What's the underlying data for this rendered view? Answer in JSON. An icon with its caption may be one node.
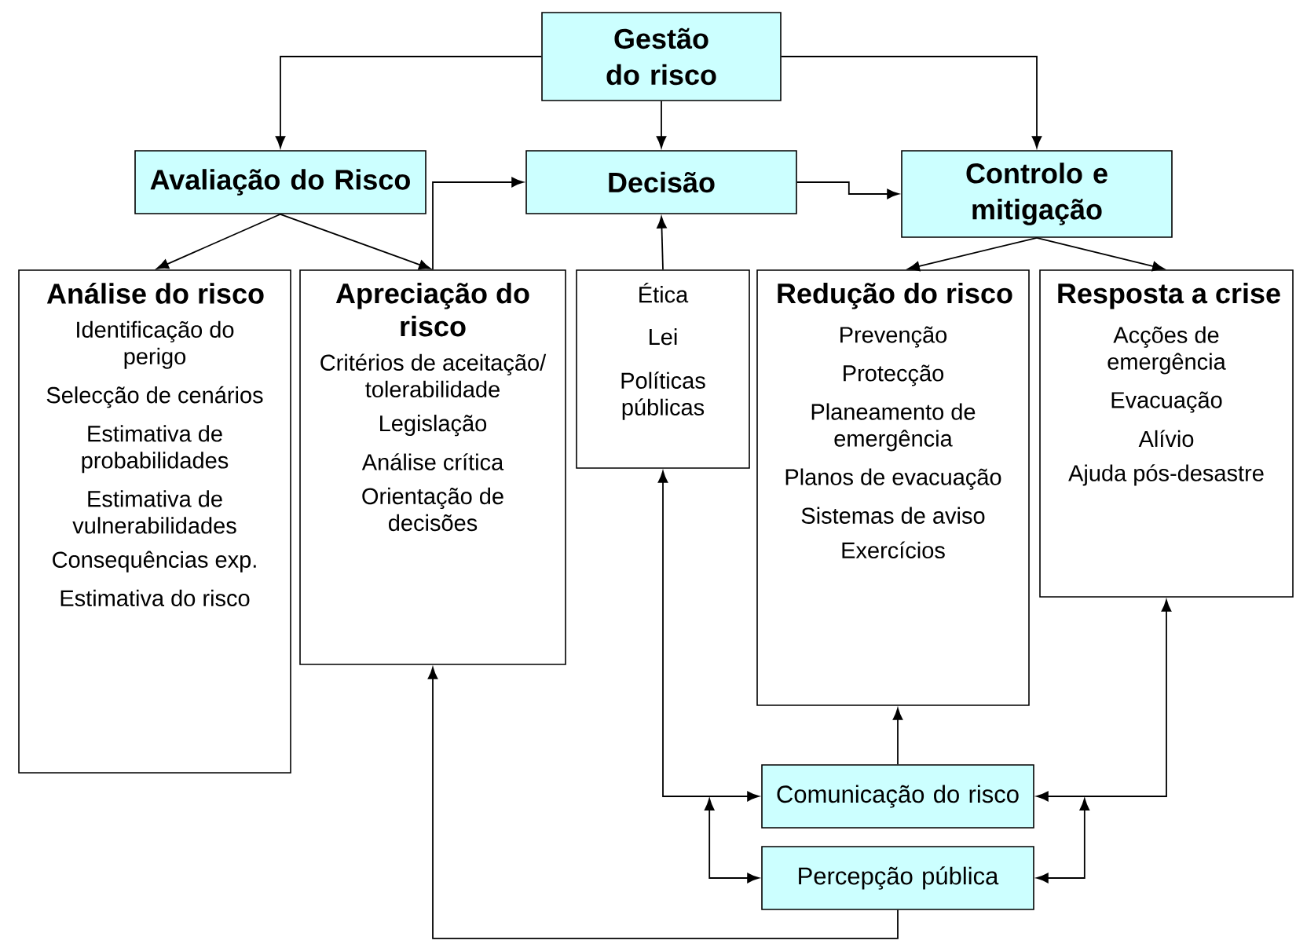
{
  "diagram": {
    "nodes": [
      {
        "text": [
          "Gestão do risco"
        ]
      },
      {
        "text": [
          "Avaliação do Risco"
        ]
      },
      {
        "text": [
          "Decisão"
        ]
      },
      {
        "text": [
          "Controlo e mitigação"
        ]
      },
      {
        "text": [
          "Análise do risco",
          "Identificação do perigo",
          "Selecção de cenários",
          "Estimativa de probabilidades",
          "Estimativa de vulnerabilidades",
          "Consequências exp.",
          "Estimativa do risco"
        ]
      },
      {
        "text": [
          "Apreciação do risco",
          "Critérios de aceitação/ tolerabilidade",
          "Legislação",
          "Análise crítica",
          "Orientação de decisões"
        ]
      },
      {
        "text": [
          "Ética",
          "Lei",
          "Políticas públicas"
        ]
      },
      {
        "text": [
          "Redução do risco",
          "Prevenção",
          "Protecção",
          "Planeamento de emergência",
          "Planos de evacuação",
          "Sistemas de aviso",
          "Exercícios"
        ]
      },
      {
        "text": [
          "Resposta a crise",
          "Acções de emergência",
          "Evacuação",
          "Alívio",
          "Ajuda pós-desastre"
        ]
      },
      {
        "text": [
          "Comunicação do risco"
        ]
      },
      {
        "text": [
          "Percepção pública"
        ]
      }
    ],
    "edges": [
      {
        "from": 0,
        "to": 1,
        "arrow": "to"
      },
      {
        "from": 0,
        "to": 2,
        "arrow": "to"
      },
      {
        "from": 0,
        "to": 3,
        "arrow": "to"
      },
      {
        "from": 1,
        "to": 4,
        "arrow": "to"
      },
      {
        "from": 1,
        "to": 5,
        "arrow": "to"
      },
      {
        "from": 5,
        "to": 2,
        "arrow": "to"
      },
      {
        "from": 2,
        "to": 3,
        "arrow": "to"
      },
      {
        "from": 6,
        "to": 2,
        "arrow": "to"
      },
      {
        "from": 3,
        "to": 7,
        "arrow": "to"
      },
      {
        "from": 3,
        "to": 8,
        "arrow": "to"
      },
      {
        "from": 9,
        "to": 7,
        "arrow": "to"
      },
      {
        "from": 6,
        "to": 9,
        "arrow": "both"
      },
      {
        "from": 8,
        "to": 9,
        "arrow": "both"
      },
      {
        "from": 10,
        "to": 9,
        "arrow": "both"
      },
      {
        "from": 10,
        "to": 9,
        "arrow": "both"
      },
      {
        "from": 10,
        "to": 5,
        "arrow": "to"
      }
    ]
  }
}
